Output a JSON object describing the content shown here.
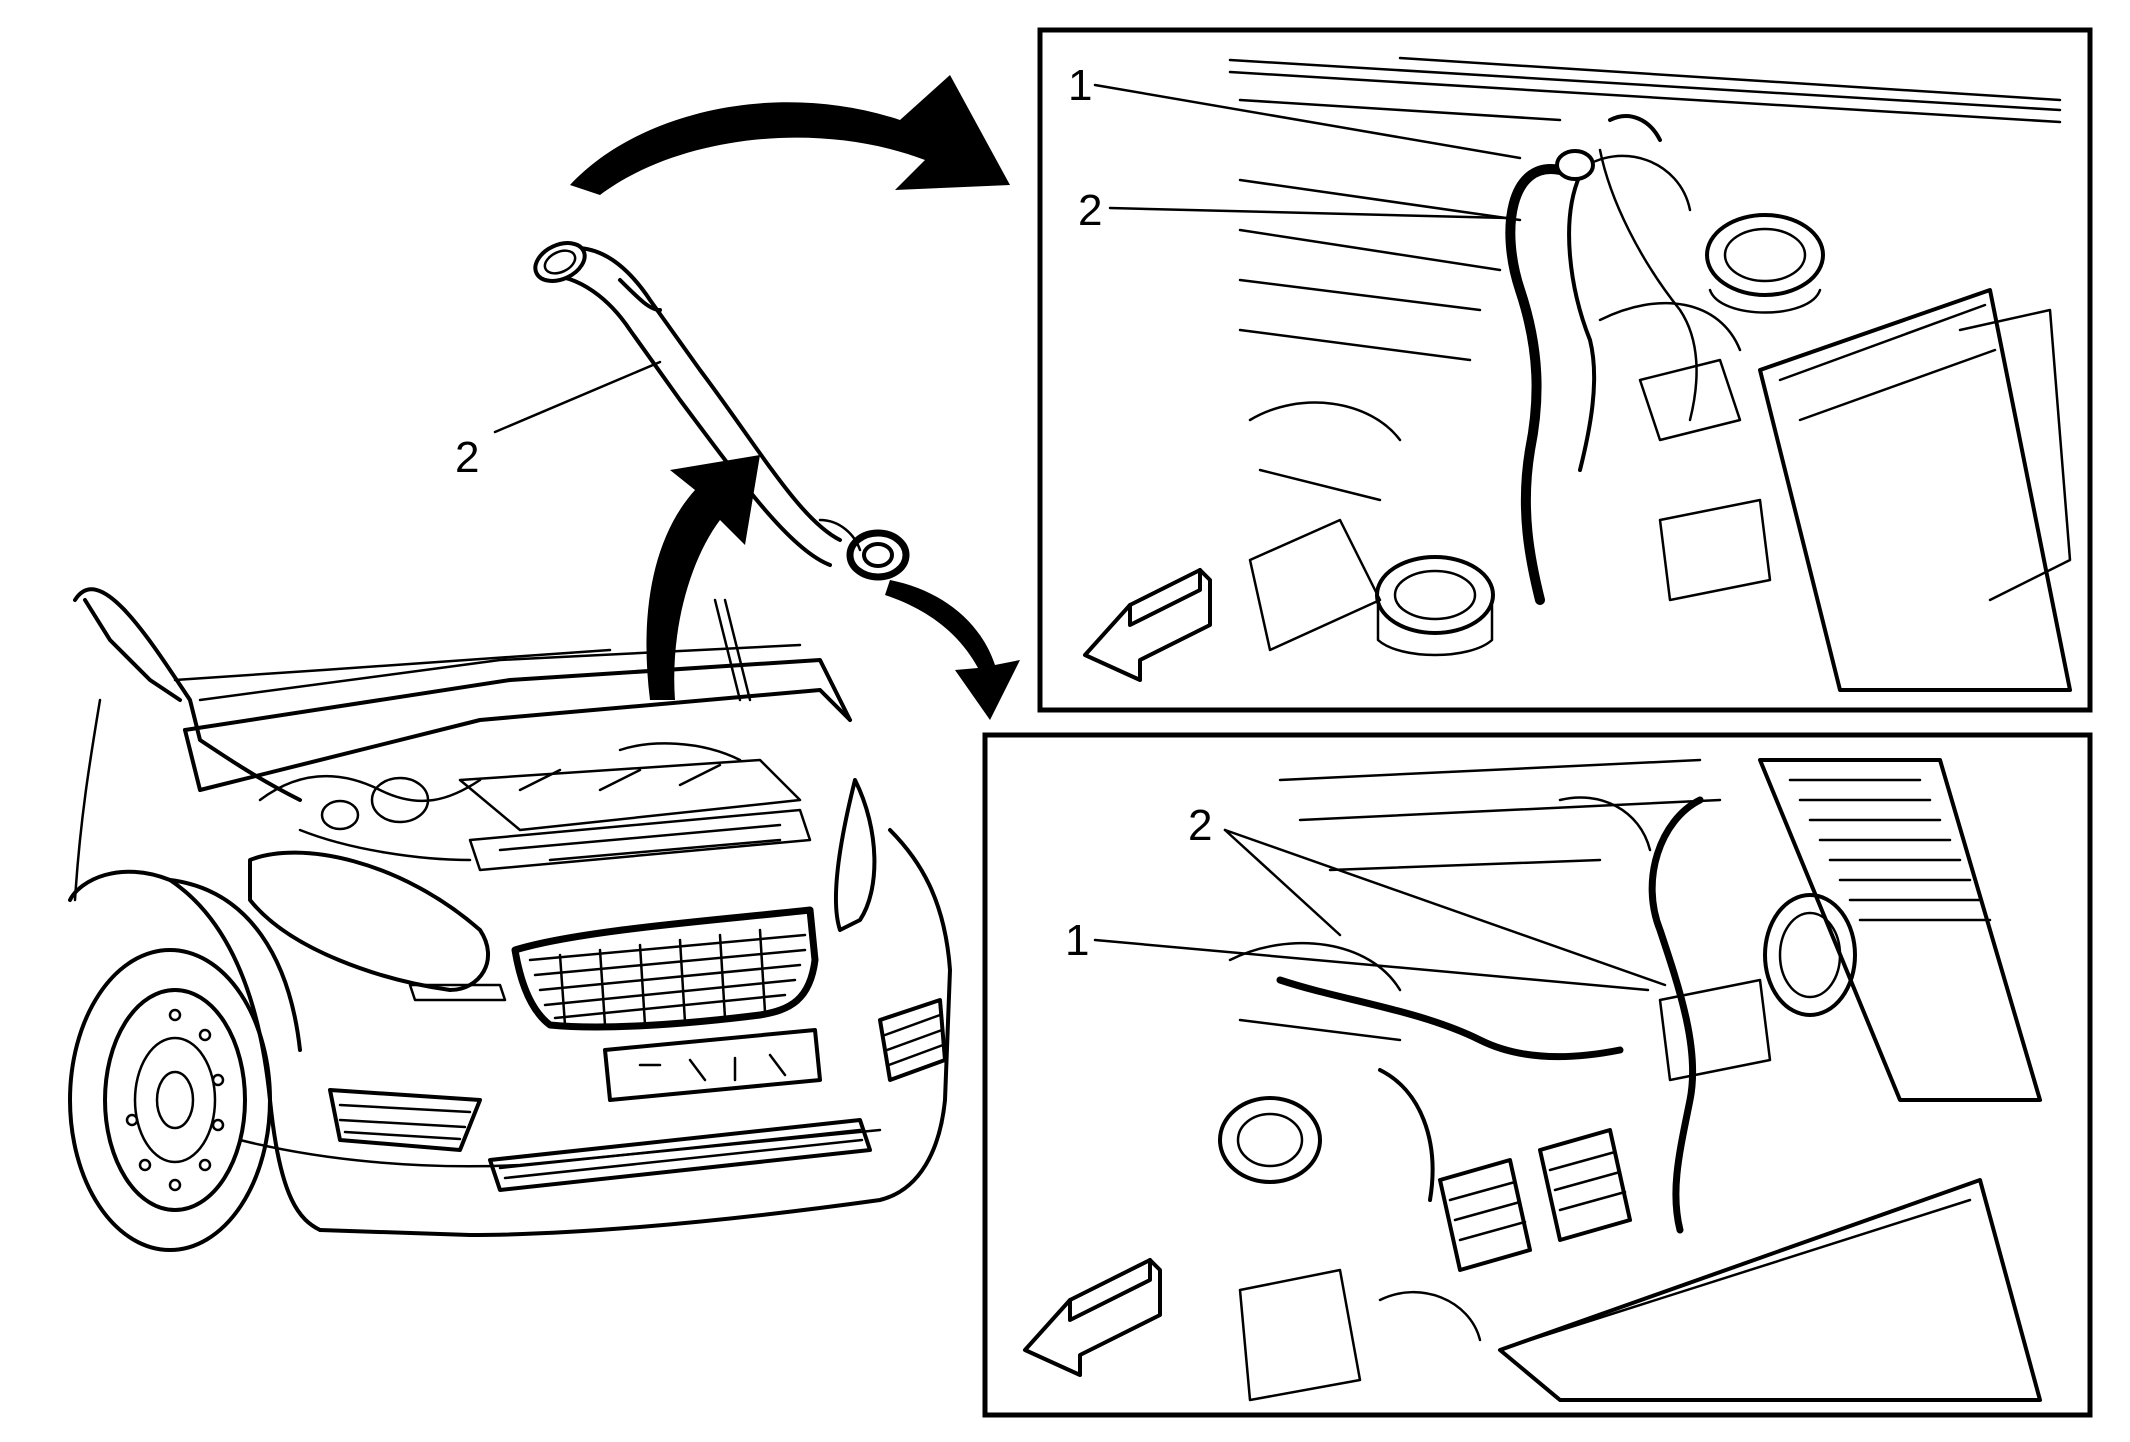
{
  "overview": {
    "callouts": [
      {
        "id": "hose-callout",
        "label": "2"
      }
    ]
  },
  "detail_top": {
    "callouts": [
      {
        "id": "clip-callout",
        "label": "1"
      },
      {
        "id": "hose-callout",
        "label": "2"
      }
    ]
  },
  "detail_bottom": {
    "callouts": [
      {
        "id": "hose-callout",
        "label": "2"
      },
      {
        "id": "clip-callout",
        "label": "1"
      }
    ]
  },
  "icons": [
    "forward-direction-arrow-icon",
    "curved-flow-arrow-icon"
  ],
  "colors": {
    "ink": "#000000",
    "paper": "#ffffff"
  }
}
